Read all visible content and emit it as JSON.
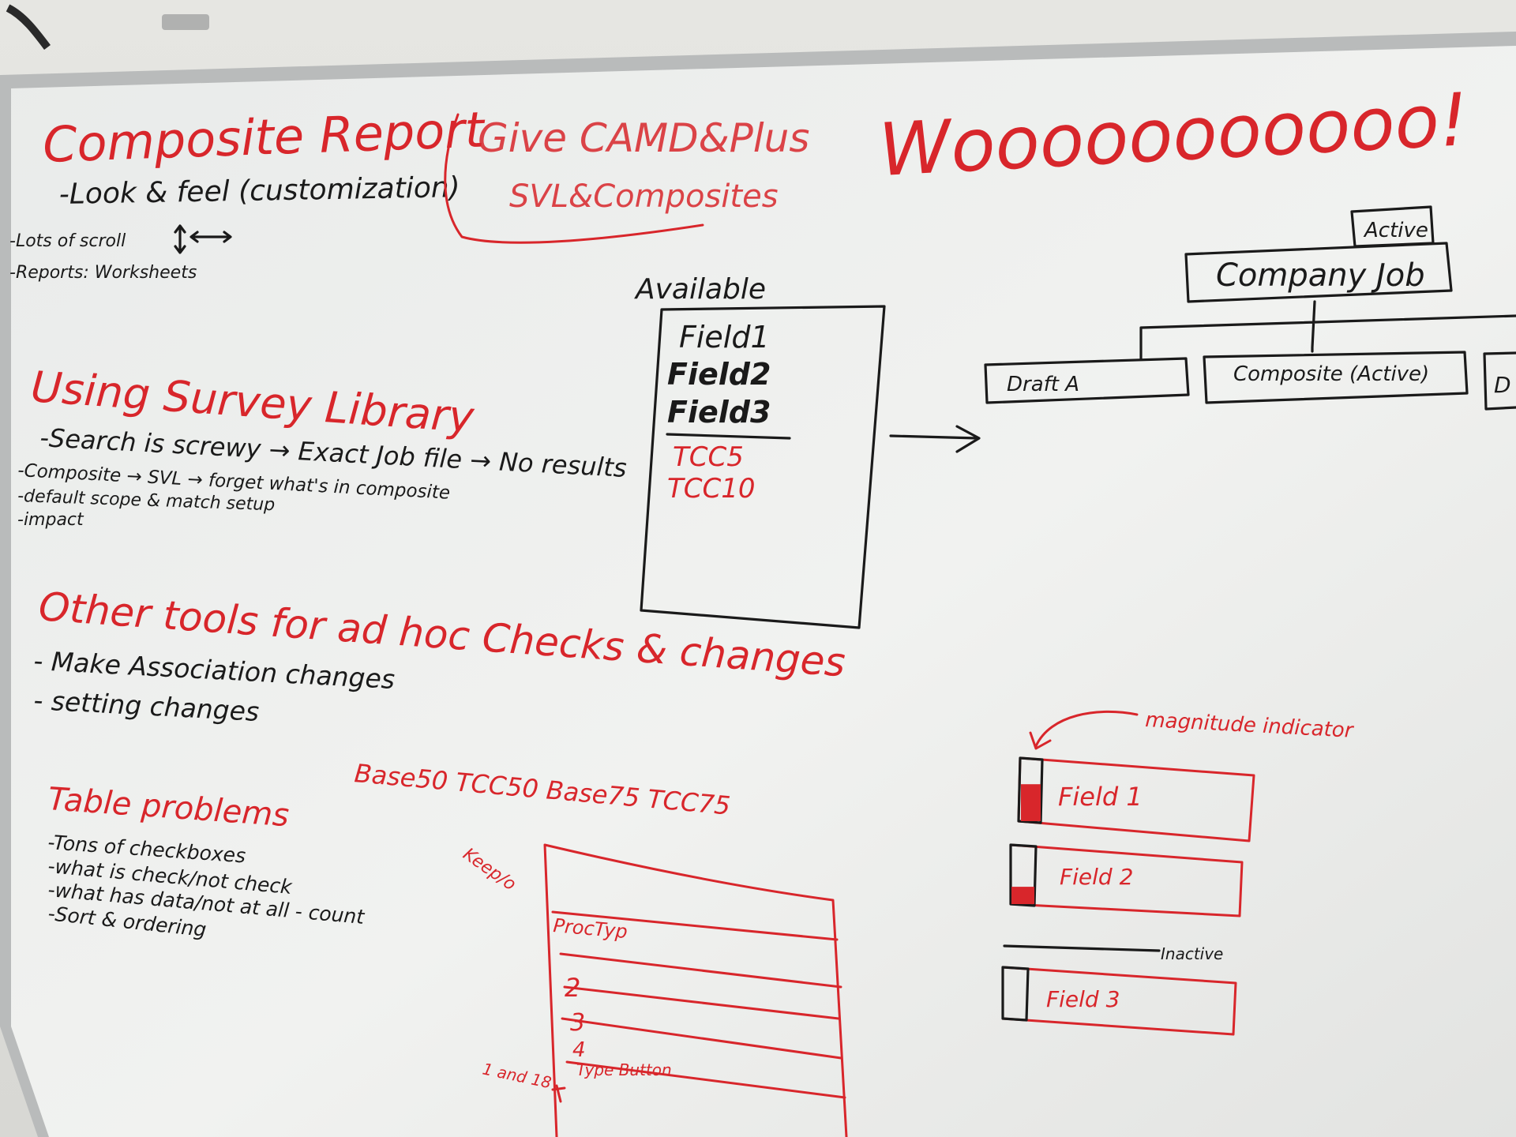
{
  "sections": {
    "composite_report": {
      "title": "Composite Report",
      "items": [
        "-Look & feel (customization)",
        "-Lots of scroll",
        "-Reports: Worksheets"
      ]
    },
    "give_camd": {
      "line1": "Give CAMD&Plus",
      "line2": "SVL&Composites"
    },
    "wooo": "Wooooooooooo!",
    "using_survey": {
      "title": "Using Survey Library",
      "items": [
        "-Search is screwy → Exact Job file → No results",
        "-Composite → SVL → forget what's in composite",
        "-default scope & match setup",
        "-impact"
      ]
    },
    "other_tools": {
      "title": "Other tools for ad hoc Checks & changes",
      "items": [
        "- Make Association changes",
        "- setting changes"
      ]
    },
    "table_problems": {
      "title": "Table problems",
      "items": [
        "-Tons of checkboxes",
        "-what is check/not check",
        "-what has data/not at all - count",
        "-Sort & ordering"
      ]
    },
    "available": {
      "title": "Available",
      "fields": [
        "Field1",
        "Field2",
        "Field3"
      ],
      "tcc": [
        "TCC5",
        "TCC10"
      ]
    },
    "hierarchy": {
      "active_tag": "Active",
      "root": "Company Job",
      "children": [
        "Draft A",
        "Composite (Active)",
        "D"
      ]
    },
    "magnitude": {
      "label": "magnitude indicator",
      "fields": [
        "Field 1",
        "Field 2",
        "Field 3"
      ],
      "fill_levels": [
        0.6,
        0.3,
        0
      ],
      "inactive_label": "Inactive"
    },
    "table_sketch": {
      "headers": "Base50 TCC50 Base75 TCC75",
      "side_label": "Keep/o",
      "row_labels": [
        "ProcTyp",
        "2",
        "3",
        "4"
      ],
      "bottom_labels": [
        "1 and 18",
        "Type Button"
      ]
    }
  }
}
